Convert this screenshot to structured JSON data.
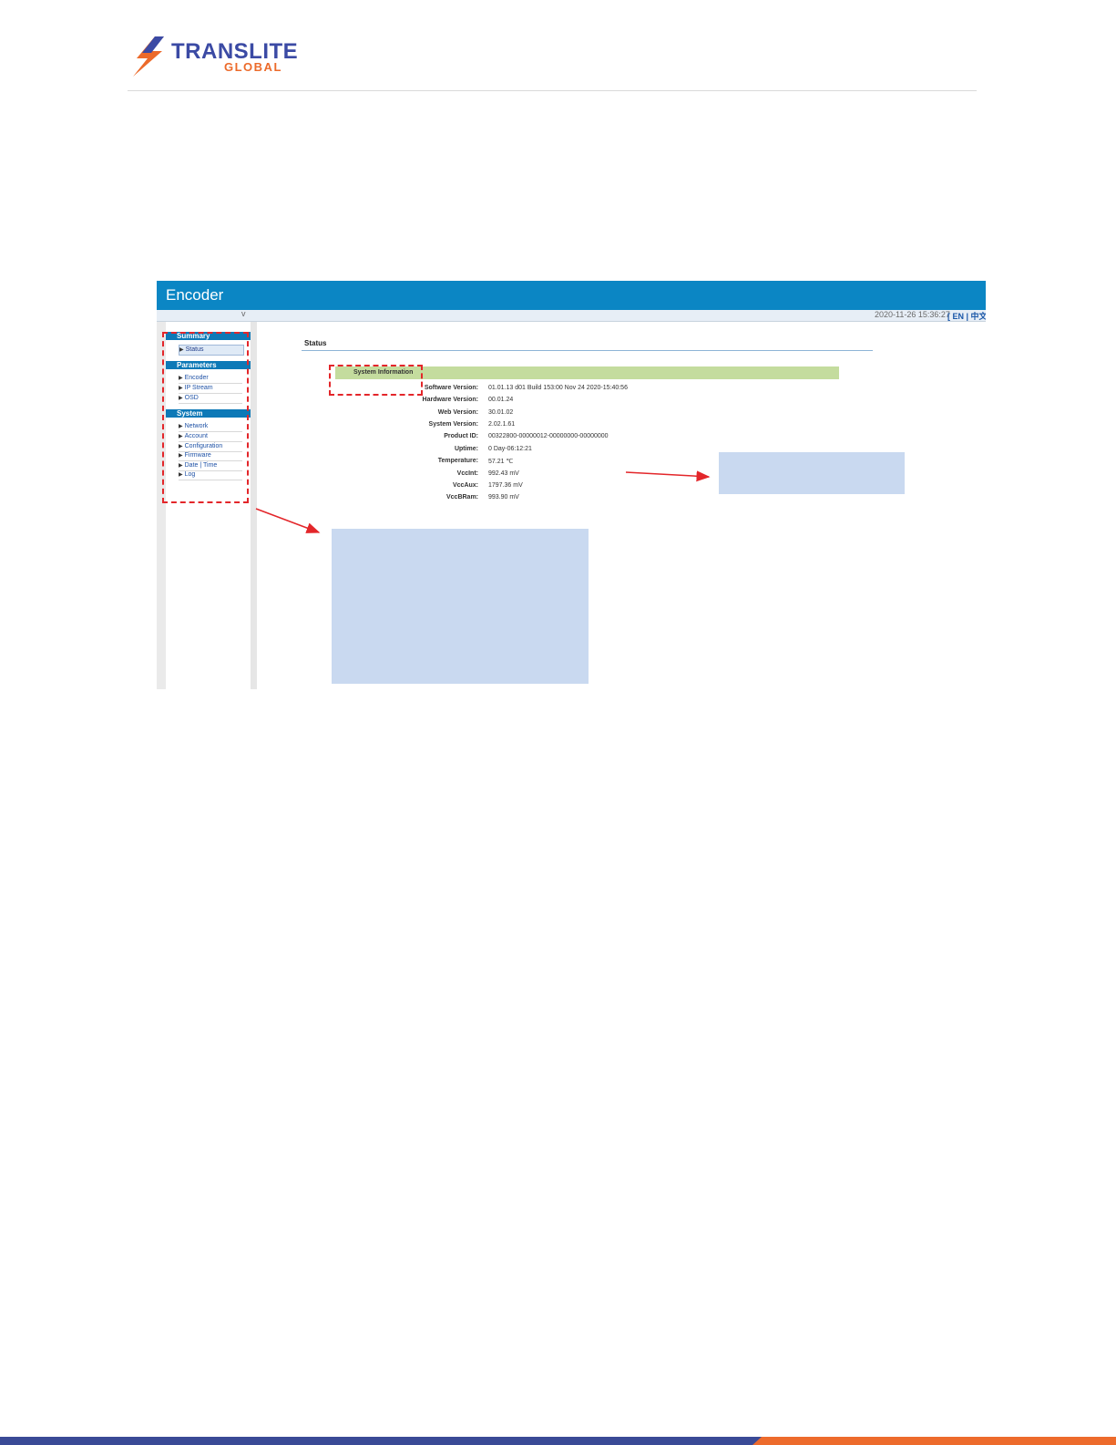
{
  "brand": {
    "name_line1": "TRANSLITE",
    "name_line2": "GLOBAL",
    "colors": {
      "primary": "#3b4aa4",
      "accent": "#ec6a2a"
    }
  },
  "app": {
    "title": "Encoder",
    "toggle": "v",
    "datetime": "2020-11-26 15:36:27",
    "language": "[ EN | 中文 ]",
    "header_color": "#0b86c4"
  },
  "sidebar": {
    "sections": [
      {
        "header": "Summary",
        "items": [
          {
            "label": "Status",
            "selected": true
          }
        ]
      },
      {
        "header": "Parameters",
        "items": [
          {
            "label": "Encoder"
          },
          {
            "label": "IP Stream"
          },
          {
            "label": "OSD"
          }
        ]
      },
      {
        "header": "System",
        "items": [
          {
            "label": "Network"
          },
          {
            "label": "Account"
          },
          {
            "label": "Configuration"
          },
          {
            "label": "Firmware"
          },
          {
            "label": "Date | Time"
          },
          {
            "label": "Log"
          }
        ]
      }
    ]
  },
  "content": {
    "section_title": "Status",
    "panel_title": "System Information",
    "rows": [
      {
        "label": "Software Version:",
        "value": "01.01.13 d01 Build 153:00 Nov 24 2020-15:40:56"
      },
      {
        "label": "Hardware Version:",
        "value": "00.01.24"
      },
      {
        "label": "Web Version:",
        "value": "30.01.02"
      },
      {
        "label": "System Version:",
        "value": "2.02.1.61"
      },
      {
        "label": "Product ID:",
        "value": "00322800-00000012-00000000-00000000"
      },
      {
        "label": "Uptime:",
        "value": "0 Day-06:12:21"
      },
      {
        "label": "Temperature:",
        "value": "57.21 ℃"
      },
      {
        "label": "VccInt:",
        "value": "992.43 mV"
      },
      {
        "label": "VccAux:",
        "value": "1797.36 mV"
      },
      {
        "label": "VccBRam:",
        "value": "993.90 mV"
      }
    ]
  }
}
